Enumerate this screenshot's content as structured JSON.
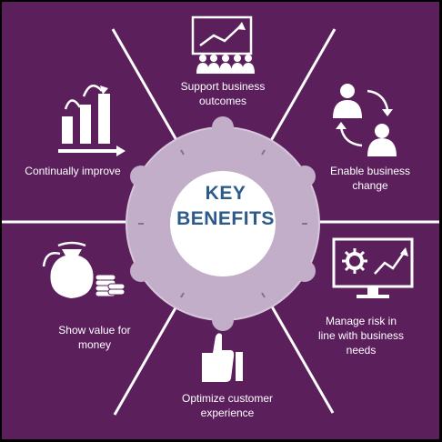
{
  "center": {
    "title": "KEY\nBENEFITS"
  },
  "segments": [
    {
      "label": "Support business\noutcomes",
      "icon": "presentation-audience-icon"
    },
    {
      "label": "Enable business\nchange",
      "icon": "people-exchange-icon"
    },
    {
      "label": "Manage risk in\nline with business\nneeds",
      "icon": "monitor-gear-chart-icon"
    },
    {
      "label": "Optimize customer\nexperience",
      "icon": "thumbs-up-icon"
    },
    {
      "label": "Show value for\nmoney",
      "icon": "money-bag-coins-icon"
    },
    {
      "label": "Continually improve",
      "icon": "growth-bar-chart-icon"
    }
  ],
  "colors": {
    "segment": "#5b1f5c",
    "divider": "#ffffff",
    "inner_ring": "#c3aec9",
    "inner_ring_light": "#d6c6da",
    "center_fill": "#ffffff",
    "center_text": "#2c5a8a"
  }
}
